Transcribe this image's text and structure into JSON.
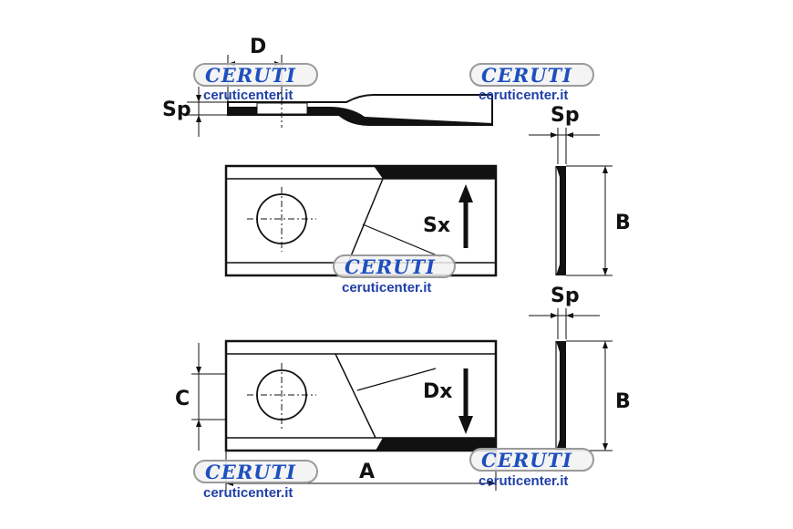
{
  "labels": {
    "top_view": {
      "dimension": "D",
      "thickness": "Sp"
    },
    "left_blade": {
      "direction": "Sx",
      "side_thickness": "Sp",
      "side_height": "B"
    },
    "right_blade": {
      "direction": "Dx",
      "hole_offset": "C",
      "length": "A",
      "side_thickness": "Sp",
      "side_height": "B"
    }
  },
  "watermark": {
    "brand": "CERUTI",
    "url": "ceruticenter.it"
  },
  "colors": {
    "ink": "#111111",
    "watermark_blue": "#1e4fbf",
    "watermark_badge_fill": "#f2f2f2",
    "watermark_badge_border": "#9a9a9a"
  }
}
